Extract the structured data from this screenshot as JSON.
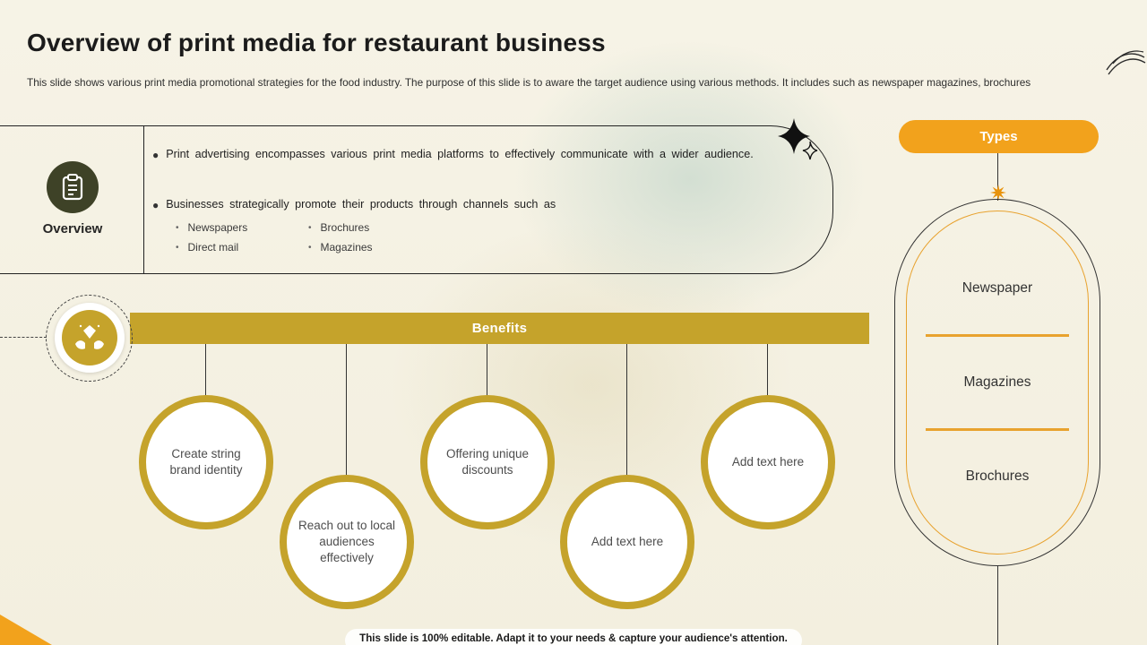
{
  "slide": {
    "title": "Overview of print media for restaurant business",
    "subtitle": "This slide shows various print media promotional strategies for the food industry. The purpose of this slide is to aware the target audience using various methods. It includes such as newspaper magazines, brochures",
    "footer": "This slide is 100% editable. Adapt it to your needs & capture your audience's attention."
  },
  "overview": {
    "label": "Overview",
    "bullets": [
      "Print advertising encompasses various print media platforms to effectively communicate with a wider audience.",
      "Businesses strategically promote their products through channels such as"
    ],
    "channels": [
      "Newspapers",
      "Brochures",
      "Direct mail",
      "Magazines"
    ]
  },
  "types": {
    "label": "Types",
    "items": [
      "Newspaper",
      "Magazines",
      "Brochures"
    ]
  },
  "benefits": {
    "label": "Benefits",
    "items": [
      "Create string brand identity",
      "Reach out to local audiences effectively",
      "Offering unique discounts",
      "Add text here",
      "Add text here"
    ]
  },
  "colors": {
    "accent_orange": "#F2A21C",
    "gold": "#C5A32B",
    "olive": "#3E4227"
  }
}
